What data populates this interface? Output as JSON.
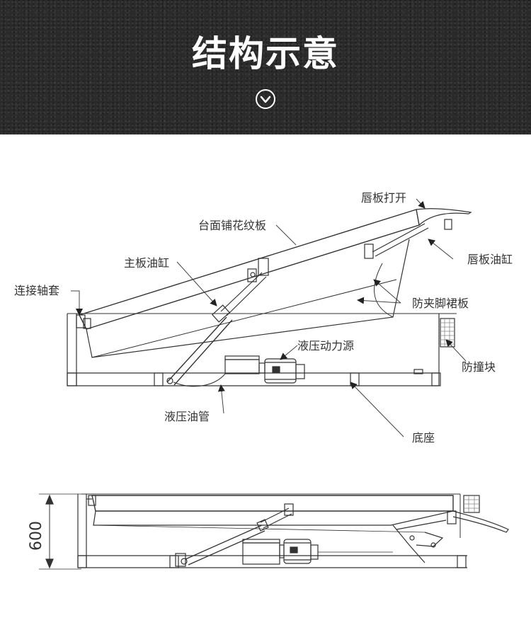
{
  "header": {
    "title": "结构示意"
  },
  "labels": {
    "lip_open": "唇板打开",
    "deck_plate": "台面铺花纹板",
    "lip_cylinder": "唇板油缸",
    "main_cylinder": "主板油缸",
    "hinge_sleeve": "连接轴套",
    "anti_pinch_skirt": "防夹脚裙板",
    "hydraulic_power": "液压动力源",
    "bumper": "防撞块",
    "hydraulic_pipe": "液压油管",
    "base": "底座"
  },
  "dimension": {
    "height": "600"
  },
  "colors": {
    "banner_bg": "#2a2a2a",
    "line": "#333333",
    "title": "#ffffff"
  },
  "icons": [
    "chevron-down-circle-icon"
  ]
}
